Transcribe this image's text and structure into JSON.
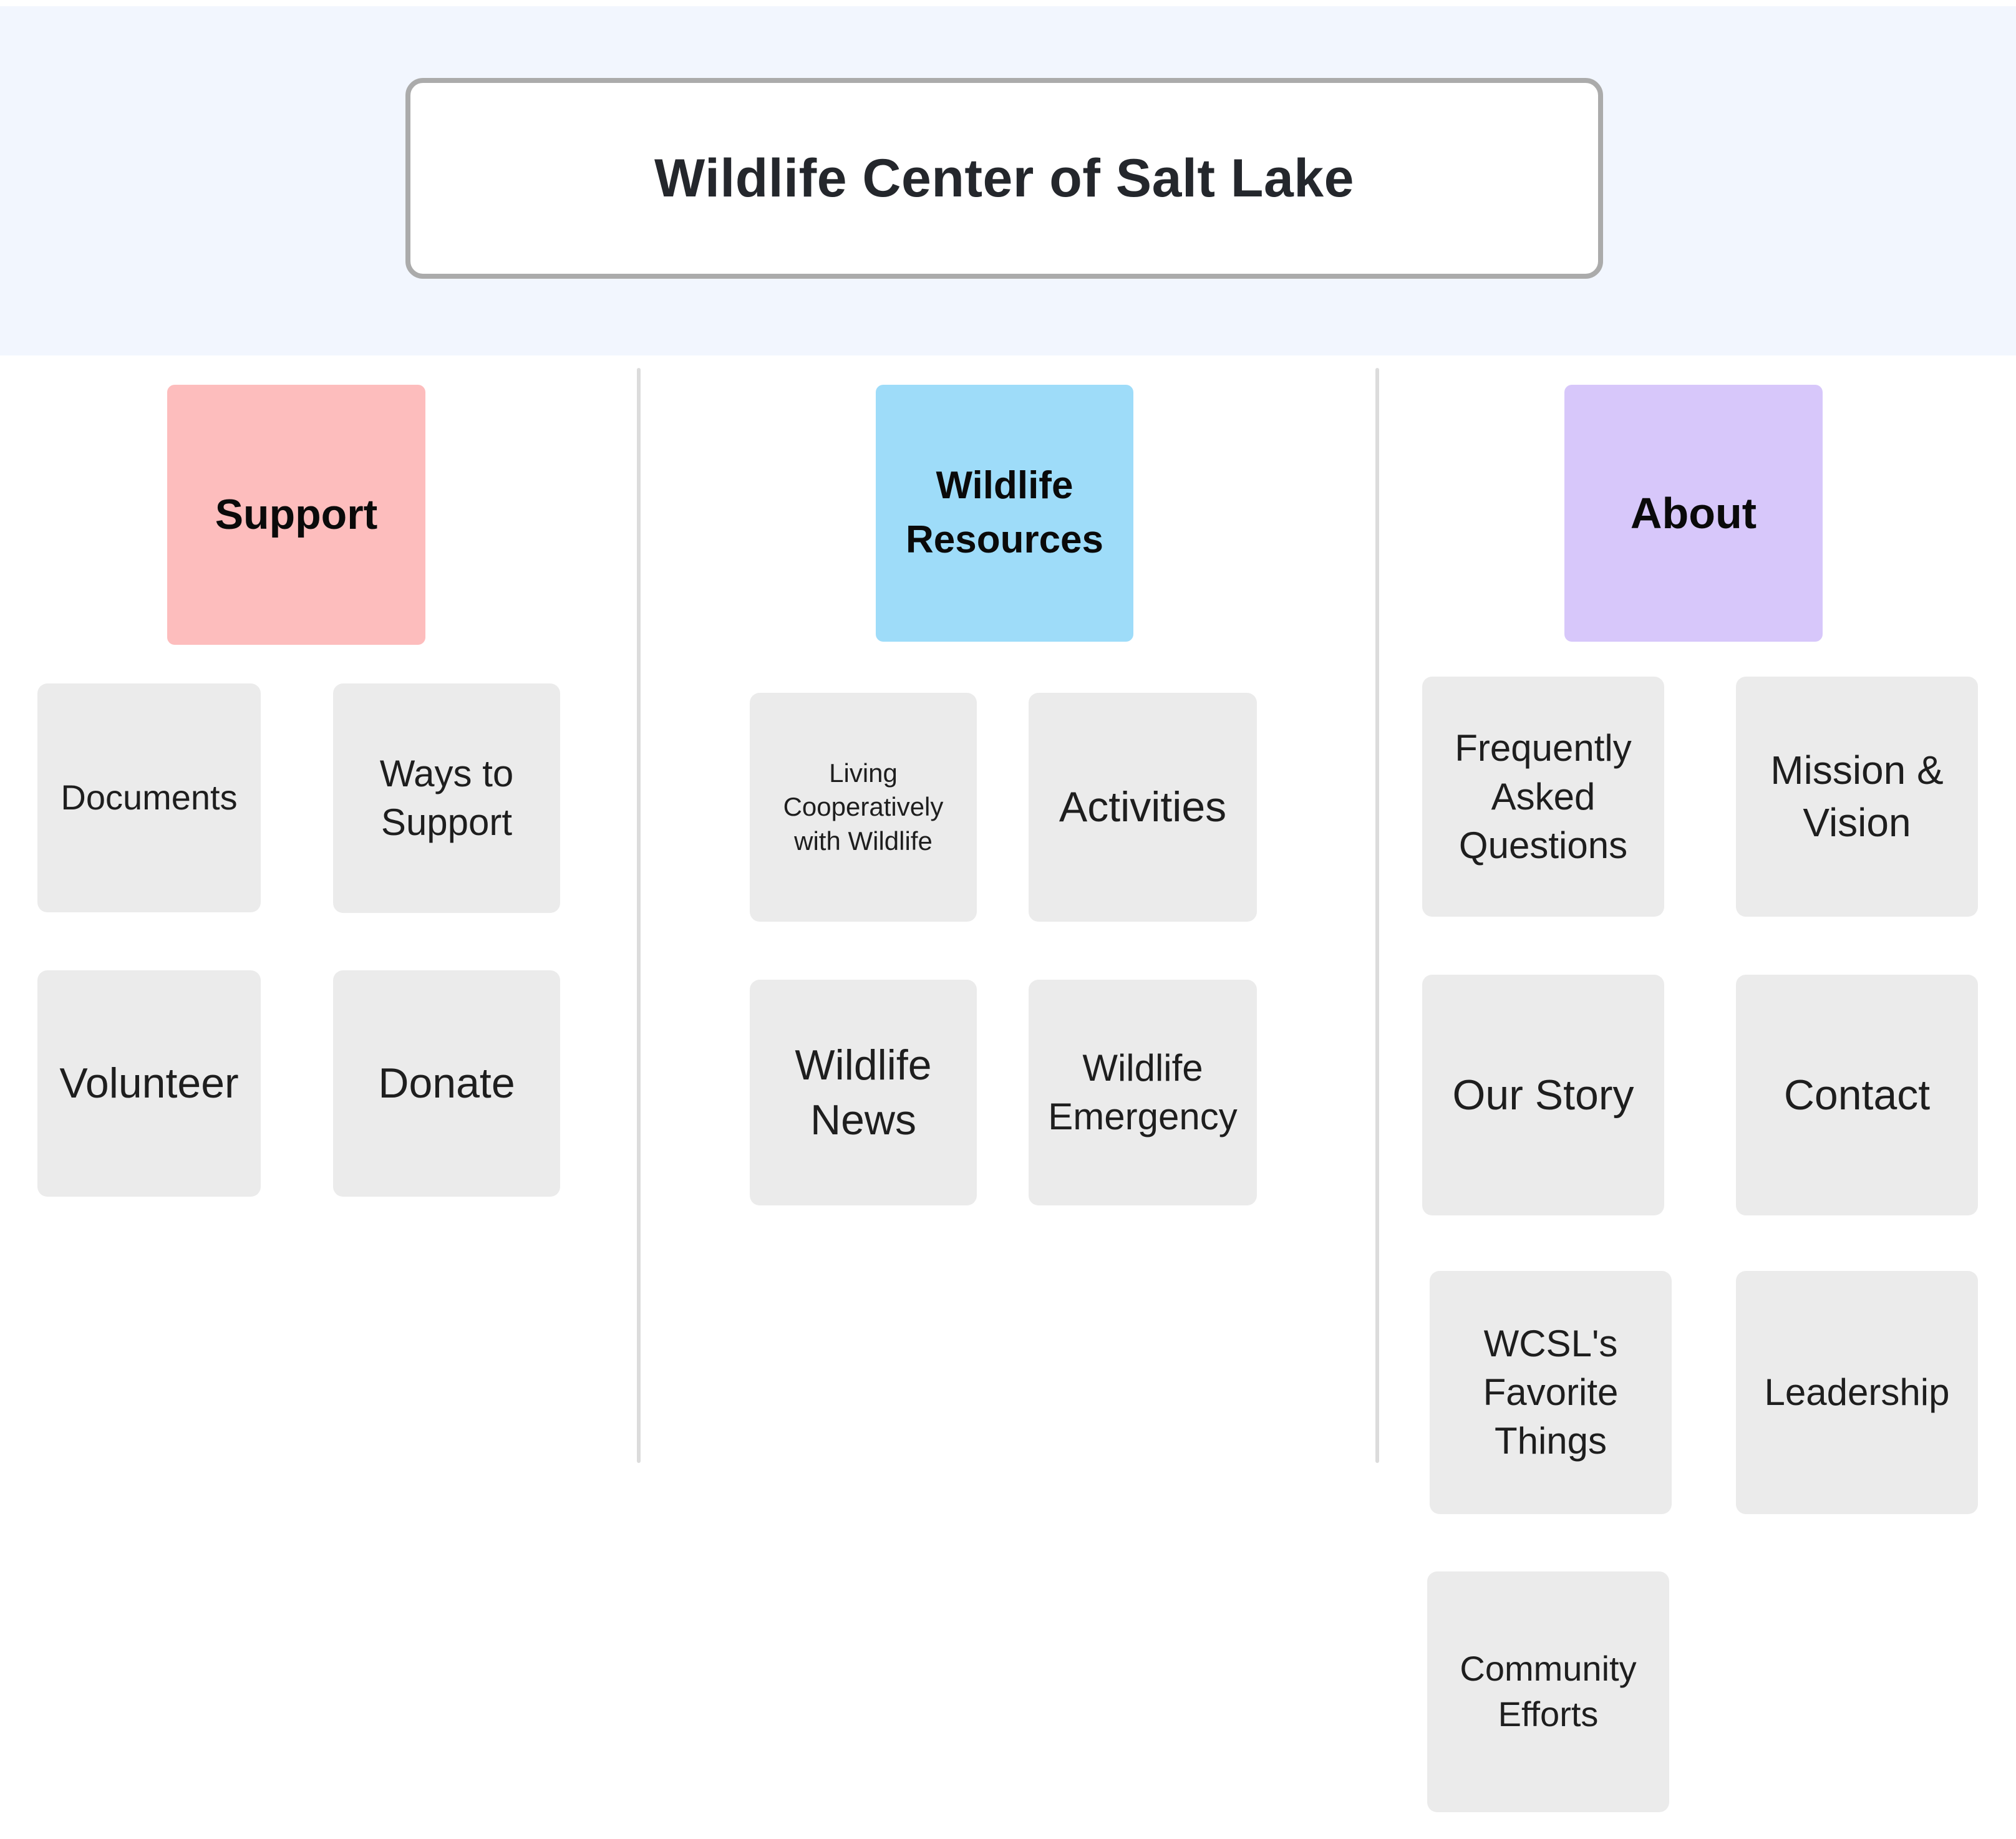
{
  "site": {
    "title": "Wildlife Center of Salt Lake"
  },
  "columns": [
    {
      "header": {
        "label": "Support",
        "color": "#fdbdbd"
      },
      "children": [
        {
          "label": "Documents"
        },
        {
          "label": "Ways to Support"
        },
        {
          "label": "Volunteer"
        },
        {
          "label": "Donate"
        }
      ]
    },
    {
      "header": {
        "label": "Wildlife Resources",
        "color": "#9edcf9"
      },
      "children": [
        {
          "label": "Living Cooperatively with Wildlife"
        },
        {
          "label": "Activities"
        },
        {
          "label": "Wildlife News"
        },
        {
          "label": "Wildlife Emergency"
        }
      ]
    },
    {
      "header": {
        "label": "About",
        "color": "#d7c7fa"
      },
      "children": [
        {
          "label": "Frequently Asked Questions"
        },
        {
          "label": "Mission & Vision"
        },
        {
          "label": "Our Story"
        },
        {
          "label": "Contact"
        },
        {
          "label": "WCSL's Favorite Things"
        },
        {
          "label": "Leadership"
        },
        {
          "label": "Community Efforts"
        }
      ]
    }
  ],
  "theme": {
    "header_background": "#f2f6fe",
    "card_background": "#ebebeb",
    "support_color": "#fdbdbd",
    "resources_color": "#9edcf9",
    "about_color": "#d7c7fa",
    "divider_color": "#dcdcdc",
    "title_border_color": "#ababab"
  }
}
